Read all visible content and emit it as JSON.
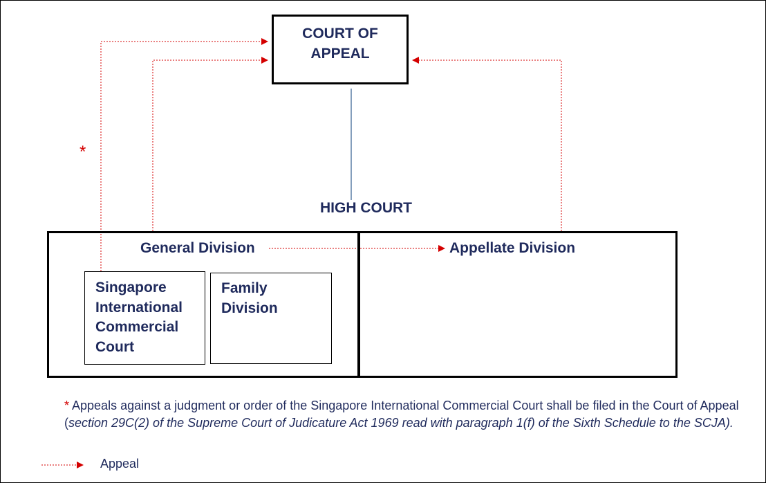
{
  "diagram": {
    "court_of_appeal": "COURT OF\nAPPEAL",
    "high_court": "HIGH COURT",
    "general_division": "General Division",
    "appellate_division": "Appellate Division",
    "sicc": "Singapore\nInternational\nCommercial\nCourt",
    "family_division": "Family\nDivision",
    "asterisk": "*"
  },
  "footnote": {
    "star": "*",
    "text_before": " Appeals against a judgment or order of the Singapore International Commercial Court shall be filed in the Court of Appeal (",
    "citation": "section 29C(2) of the Supreme Court of Judicature Act 1969 read with paragraph 1(f) of the Sixth Schedule to the SCJA)."
  },
  "legend": {
    "label": "Appeal"
  },
  "colors": {
    "label_navy": "#1f2a5c",
    "appeal_red": "#d40000",
    "connector_blue": "#5b7fa6"
  }
}
